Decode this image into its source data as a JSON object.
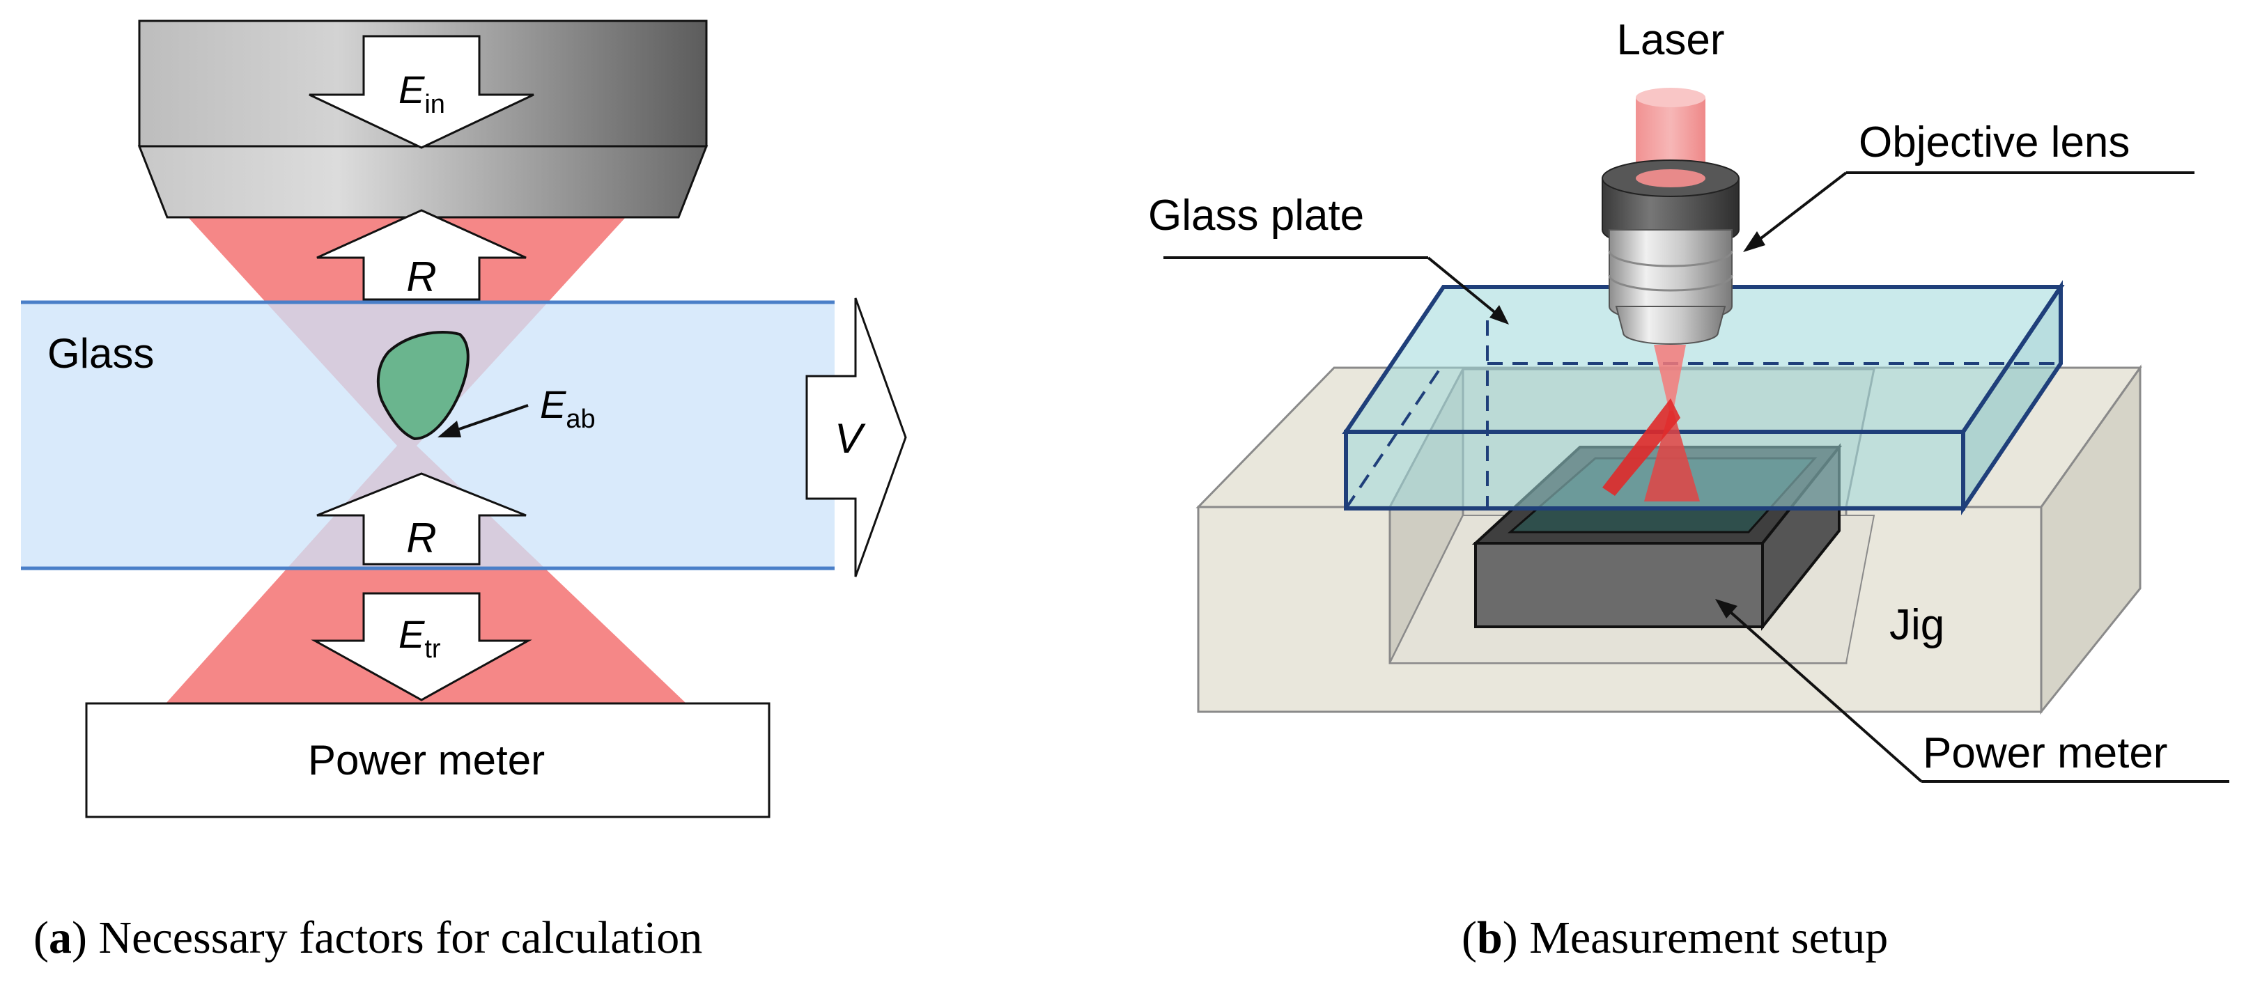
{
  "panel_a": {
    "labels": {
      "e_in_main": "E",
      "e_in_sub": "in",
      "r_top": "R",
      "glass": "Glass",
      "e_ab_main": "E",
      "e_ab_sub": "ab",
      "v": "V",
      "r_bottom": "R",
      "e_tr_main": "E",
      "e_tr_sub": "tr",
      "power_meter": "Power meter"
    },
    "caption": {
      "letter": "a",
      "text": "Necessary factors for calculation"
    }
  },
  "panel_b": {
    "labels": {
      "laser": "Laser",
      "objective_lens": "Objective lens",
      "glass_plate": "Glass plate",
      "jig": "Jig",
      "power_meter": "Power meter"
    },
    "caption": {
      "letter": "b",
      "text": "Measurement setup"
    }
  },
  "colors": {
    "beam": "#f47a7a",
    "glass_fill": "#cce3f9",
    "glass_line": "#4a7fc8",
    "defect": "#6ab58e",
    "jig": "#e9e7dc",
    "plate": "#9fd8da",
    "plate_edge": "#1f3f7a",
    "meter": "#6b6b6b"
  }
}
